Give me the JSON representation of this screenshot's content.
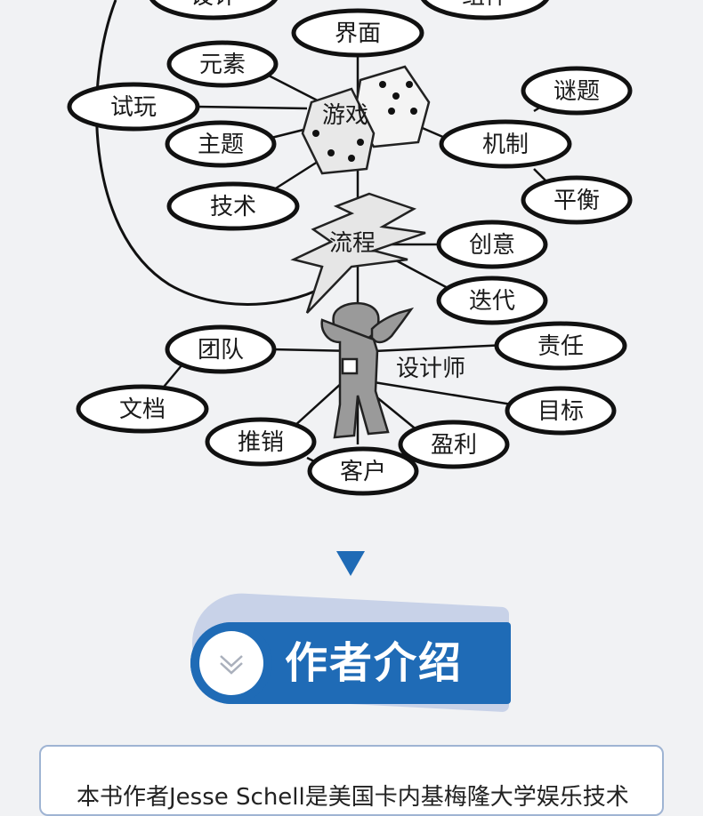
{
  "diagram": {
    "top_nodes": [
      "设计",
      "组件"
    ],
    "center_game": "游戏",
    "center_flow": "流程",
    "center_designer": "设计师",
    "nodes": {
      "interface": "界面",
      "elements": "元素",
      "playtest": "试玩",
      "theme": "主题",
      "technology": "技术",
      "puzzles": "谜题",
      "mechanics": "机制",
      "balance": "平衡",
      "creativity": "创意",
      "iteration": "迭代",
      "team": "团队",
      "responsibility": "责任",
      "documentation": "文档",
      "goals": "目标",
      "marketing": "推销",
      "profit": "盈利",
      "client": "客户"
    }
  },
  "section_header": {
    "title": "作者介绍"
  },
  "intro": {
    "text": "本书作者Jesse Schell是美国卡内基梅隆大学娱乐技术"
  },
  "colors": {
    "accent": "#1f6bb6",
    "background": "#f1f2f4"
  }
}
